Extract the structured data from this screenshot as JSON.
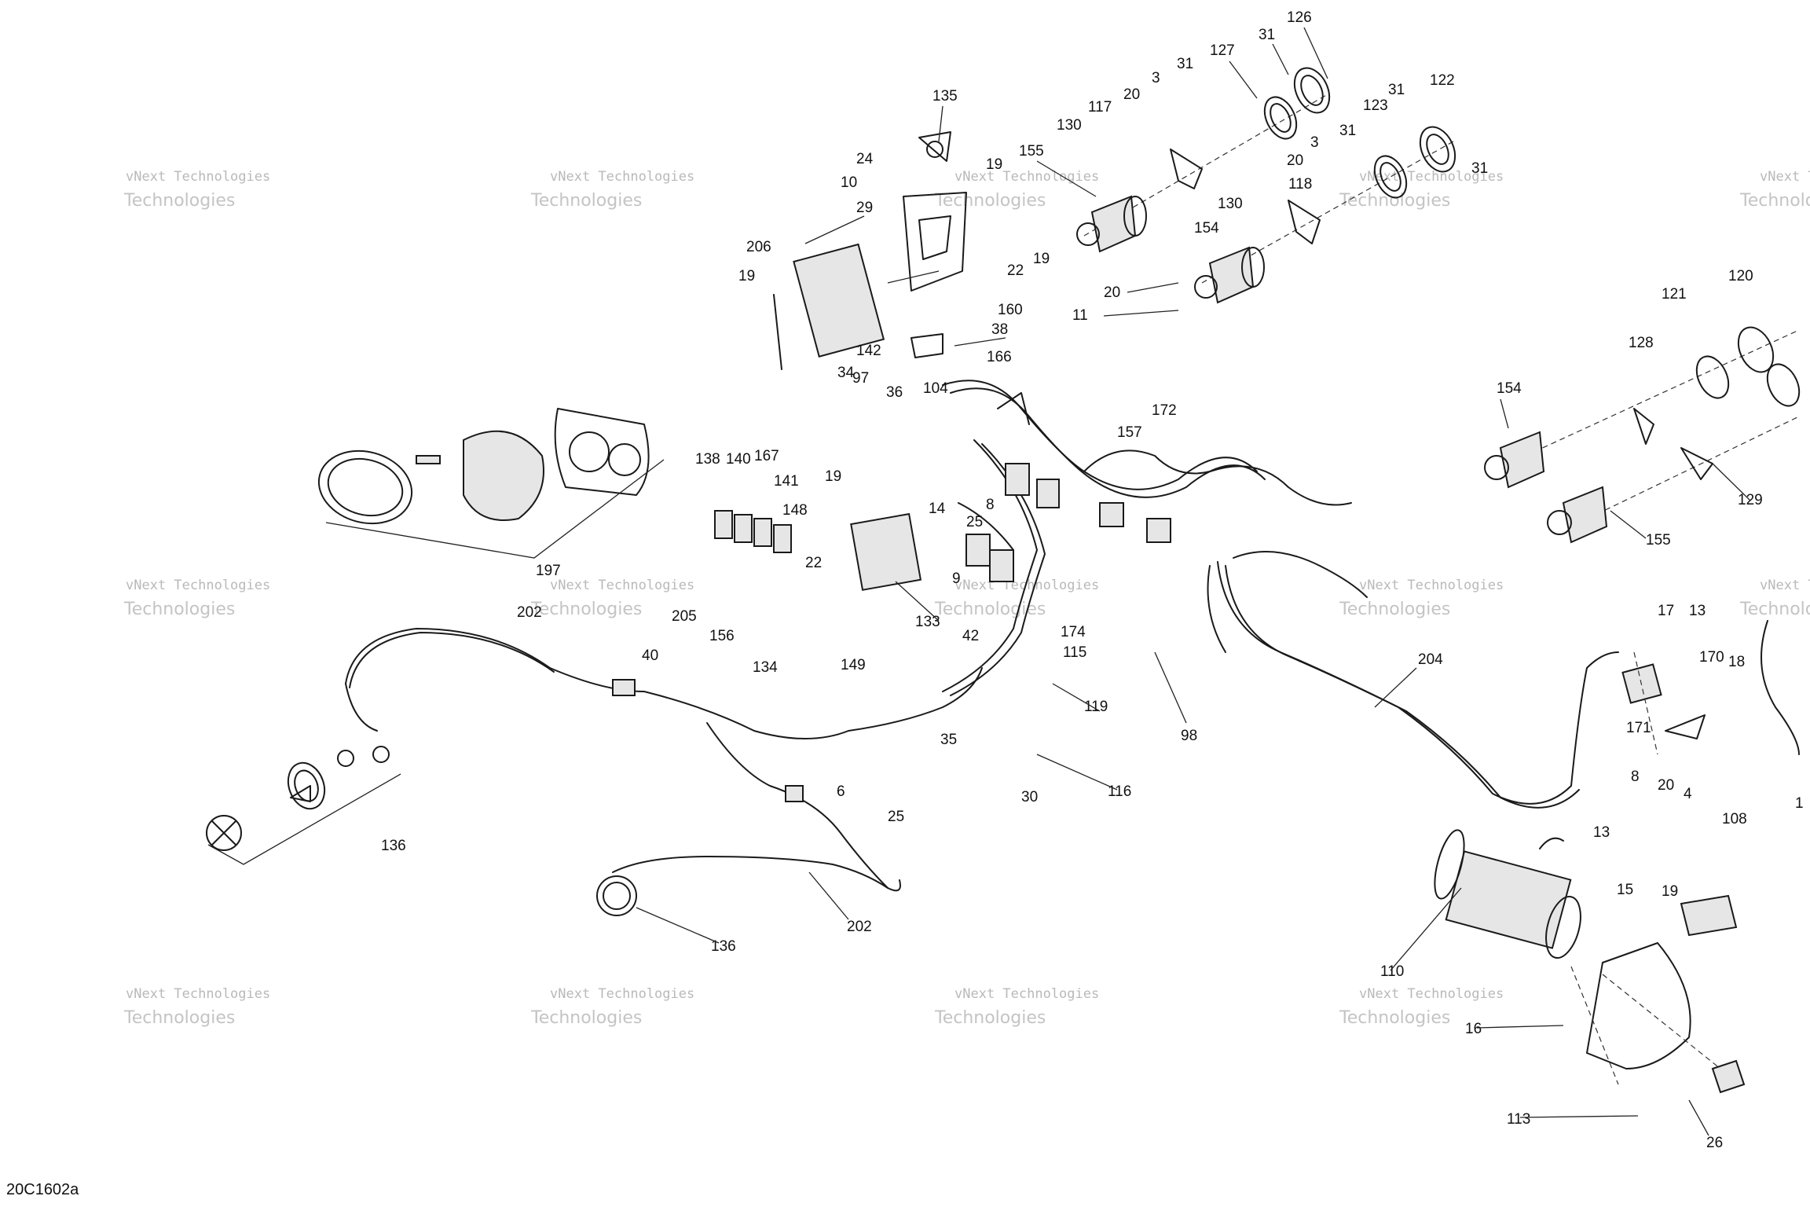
{
  "diagram": {
    "reference_code": "20C1602a",
    "watermark": {
      "line1": "vNext Technologies",
      "line2": "Technologies"
    },
    "callouts": [
      "126",
      "31",
      "127",
      "31",
      "3",
      "20",
      "117",
      "130",
      "155",
      "135",
      "19",
      "24",
      "10",
      "29",
      "22",
      "19",
      "206",
      "19",
      "160",
      "11",
      "20",
      "154",
      "130",
      "118",
      "20",
      "3",
      "31",
      "123",
      "122",
      "31",
      "31",
      "38",
      "142",
      "166",
      "34",
      "97",
      "104",
      "36",
      "157",
      "172",
      "121",
      "120",
      "128",
      "154",
      "129",
      "155",
      "19",
      "14",
      "8",
      "25",
      "138",
      "140",
      "167",
      "141",
      "148",
      "22",
      "197",
      "205",
      "156",
      "134",
      "133",
      "9",
      "202",
      "40",
      "42",
      "149",
      "174",
      "115",
      "119",
      "35",
      "98",
      "204",
      "17",
      "13",
      "170",
      "18",
      "171",
      "8",
      "20",
      "4",
      "116",
      "30",
      "6",
      "25",
      "136",
      "202",
      "136",
      "108",
      "1",
      "13",
      "15",
      "19",
      "110",
      "16",
      "113",
      "26"
    ]
  }
}
